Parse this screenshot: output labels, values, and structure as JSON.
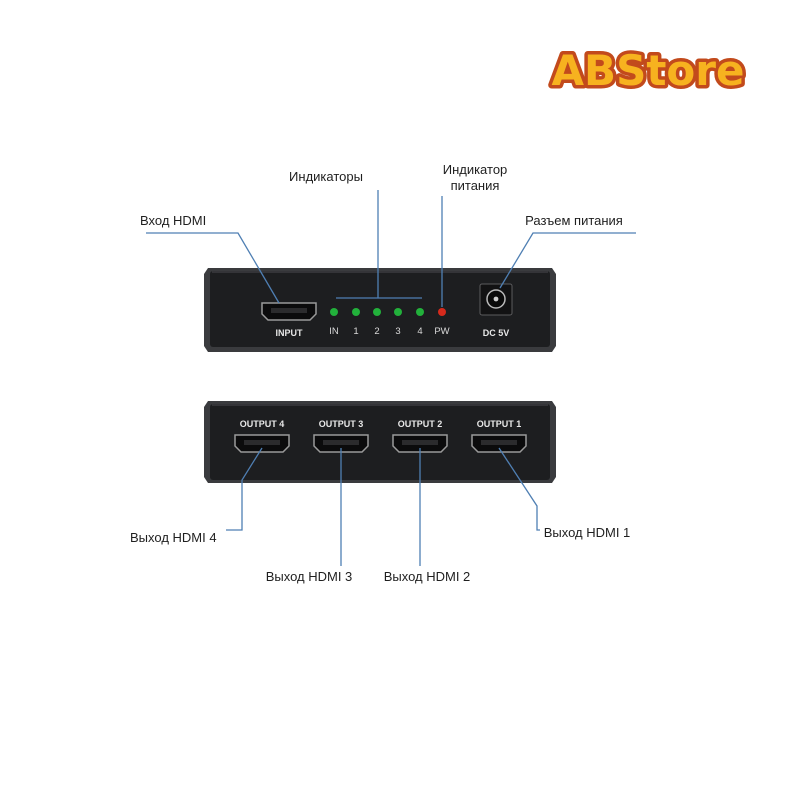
{
  "brand": {
    "name": "ABStore",
    "fill": "#f7b21f",
    "outline": "#c24a1c"
  },
  "front_panel": {
    "input_label": "INPUT",
    "leds": [
      {
        "label": "IN",
        "color": "#22b13b"
      },
      {
        "label": "1",
        "color": "#22b13b"
      },
      {
        "label": "2",
        "color": "#22b13b"
      },
      {
        "label": "3",
        "color": "#22b13b"
      },
      {
        "label": "4",
        "color": "#22b13b"
      },
      {
        "label": "PW",
        "color": "#d62a1c"
      }
    ],
    "power_label": "DC 5V"
  },
  "back_panel": {
    "ports": [
      {
        "label": "OUTPUT 4"
      },
      {
        "label": "OUTPUT 3"
      },
      {
        "label": "OUTPUT 2"
      },
      {
        "label": "OUTPUT 1"
      }
    ]
  },
  "callouts": {
    "hdmi_in": "Вход HDMI",
    "indicators": "Индикаторы",
    "power_indicator": [
      "Индикатор",
      "питания"
    ],
    "power_jack": "Разъем питания",
    "out4": "Выход HDMI 4",
    "out3": "Выход HDMI 3",
    "out2": "Выход HDMI 2",
    "out1": "Выход HDMI 1"
  },
  "colors": {
    "device": "#1d1e20",
    "leader": "#4f7fb3"
  }
}
